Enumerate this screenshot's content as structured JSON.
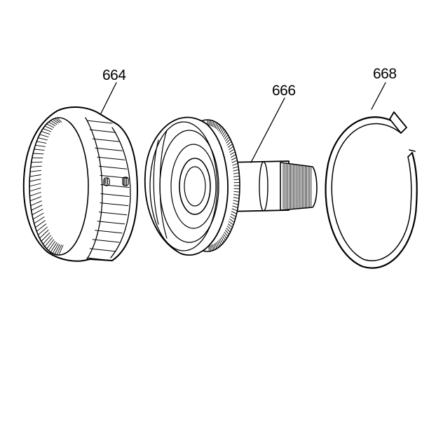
{
  "diagram": {
    "parts": [
      {
        "id": "ring-gear",
        "label": "664"
      },
      {
        "id": "gear-shaft",
        "label": "666"
      },
      {
        "id": "snap-ring",
        "label": "668"
      }
    ]
  },
  "colors": {
    "ink": "#000000",
    "background": "#ffffff"
  }
}
